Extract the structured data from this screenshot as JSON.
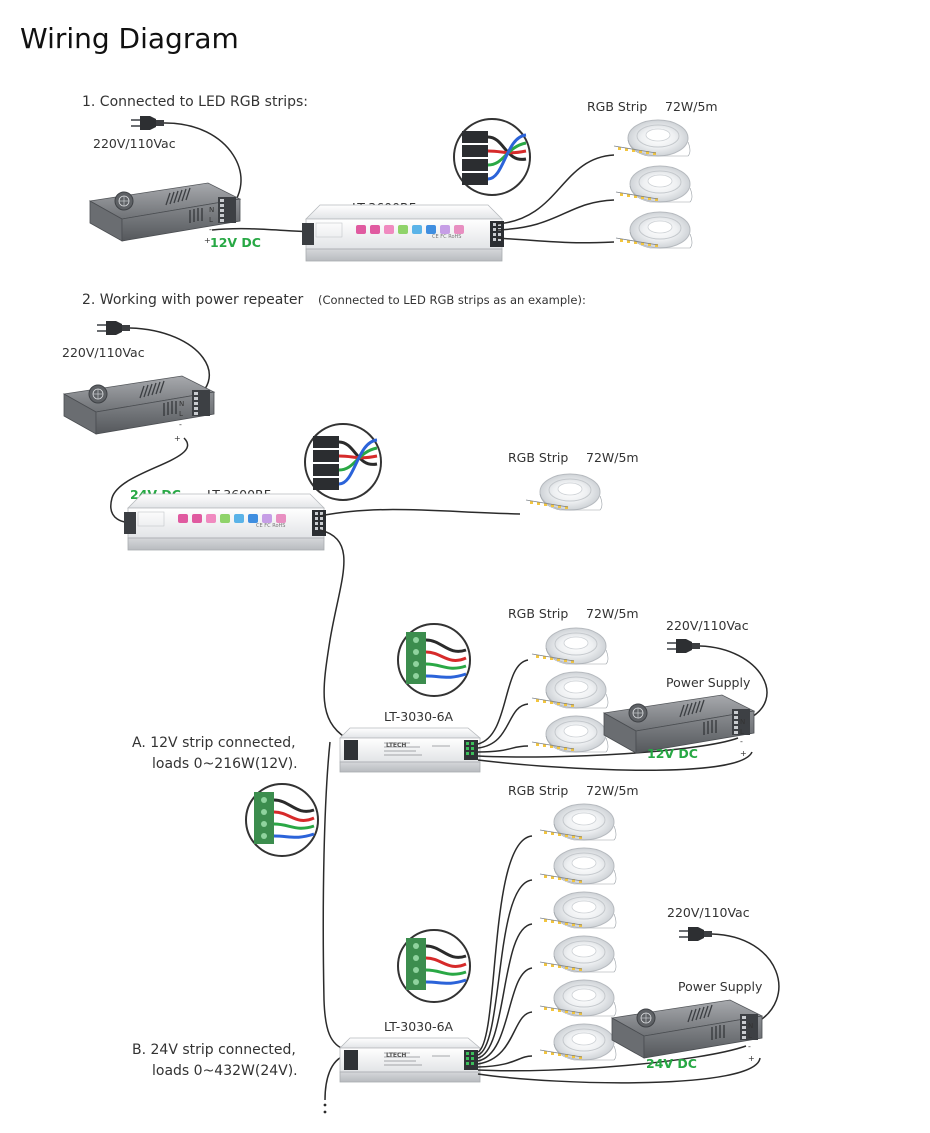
{
  "title": "Wiring Diagram",
  "section1": {
    "heading": "1. Connected to LED RGB strips:",
    "ac_input": "220V/110Vac",
    "dc_label": "12V DC",
    "controller": "LT-3600RF",
    "strip_label": "RGB Strip",
    "strip_rating": "72W/5m"
  },
  "section2": {
    "heading": "2. Working with power repeater",
    "heading_note": "(Connected to LED RGB strips as an example):",
    "ac_input": "220V/110Vac",
    "dc_label": "24V DC",
    "controller": "LT-3600RF",
    "strip_label": "RGB Strip",
    "strip_rating": "72W/5m"
  },
  "repeaterA": {
    "model": "LT-3030-6A",
    "caption_line1": "A. 12V strip connected,",
    "caption_line2": "loads 0~216W(12V).",
    "strip_label": "RGB Strip",
    "strip_rating": "72W/5m",
    "ac_input": "220V/110Vac",
    "psu_label": "Power Supply",
    "dc_label": "12V DC"
  },
  "repeaterB": {
    "model": "LT-3030-6A",
    "caption_line1": "B. 24V strip connected,",
    "caption_line2": "loads 0~432W(24V).",
    "strip_label": "RGB Strip",
    "strip_rating": "72W/5m",
    "ac_input": "220V/110Vac",
    "psu_label": "Power Supply",
    "dc_label": "24V DC"
  },
  "terminal_labels": {
    "n": "N",
    "l": "L",
    "minus": "-",
    "plus": "+"
  },
  "controller_marks": "CE FC RoHS",
  "repeater_brand": "LTECH",
  "colors": {
    "dc_green": "#27a844",
    "text": "#333333",
    "wire": "#2b2b2b",
    "red": "#d62a2a",
    "green": "#2aa845",
    "blue": "#2b63d9"
  }
}
